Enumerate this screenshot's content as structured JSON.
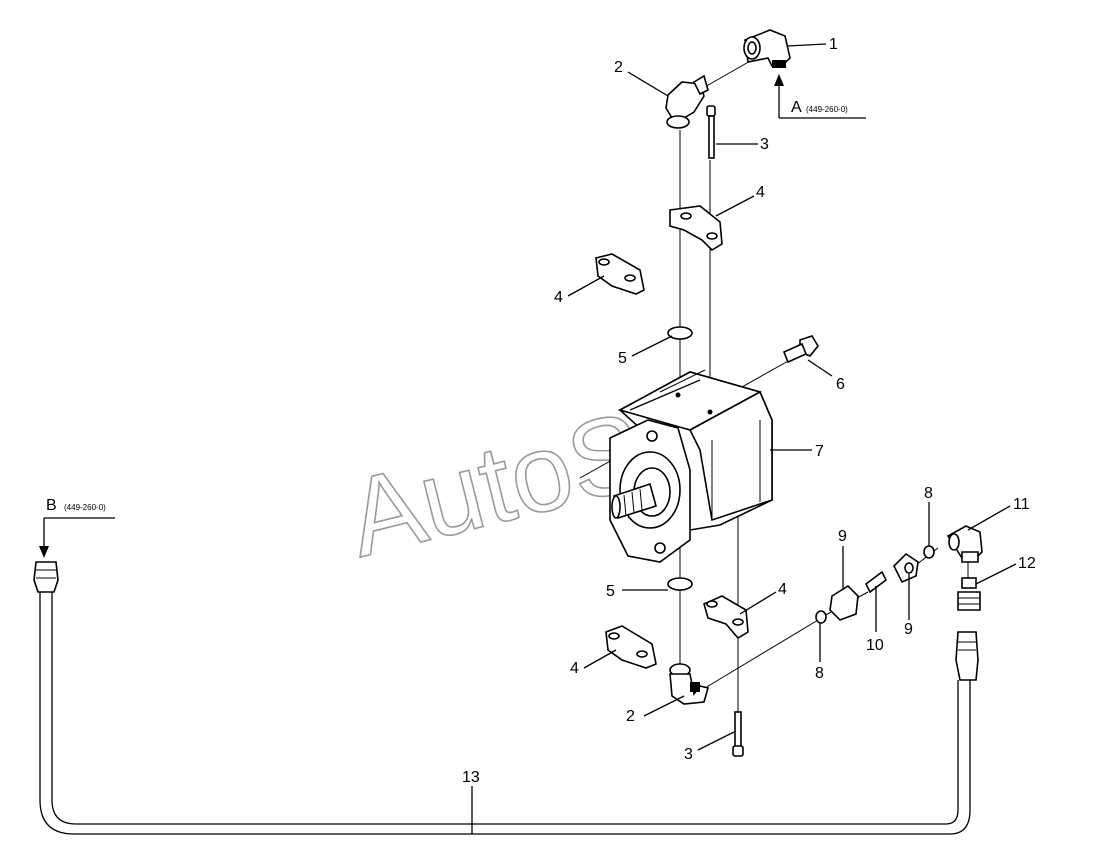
{
  "watermark": "AutoSoft",
  "refs": {
    "a_letter": "A",
    "a_code": "(449-260-0)",
    "b_letter": "B",
    "b_code": "(449-260-0)"
  },
  "callouts": {
    "c1": "1",
    "c2_top": "2",
    "c3_top": "3",
    "c4_top_right": "4",
    "c4_top_left": "4",
    "c5_top": "5",
    "c6": "6",
    "c7": "7",
    "c8_top": "8",
    "c11": "11",
    "c9_left": "9",
    "c12": "12",
    "c5_bottom": "5",
    "c4_bottom_right": "4",
    "c10": "10",
    "c9_right": "9",
    "c8_bottom": "8",
    "c4_bottom_left": "4",
    "c2_bottom": "2",
    "c3_bottom": "3",
    "c13": "13"
  },
  "colors": {
    "line": "#000000",
    "watermark": "#9a9a9a",
    "background": "#ffffff"
  }
}
